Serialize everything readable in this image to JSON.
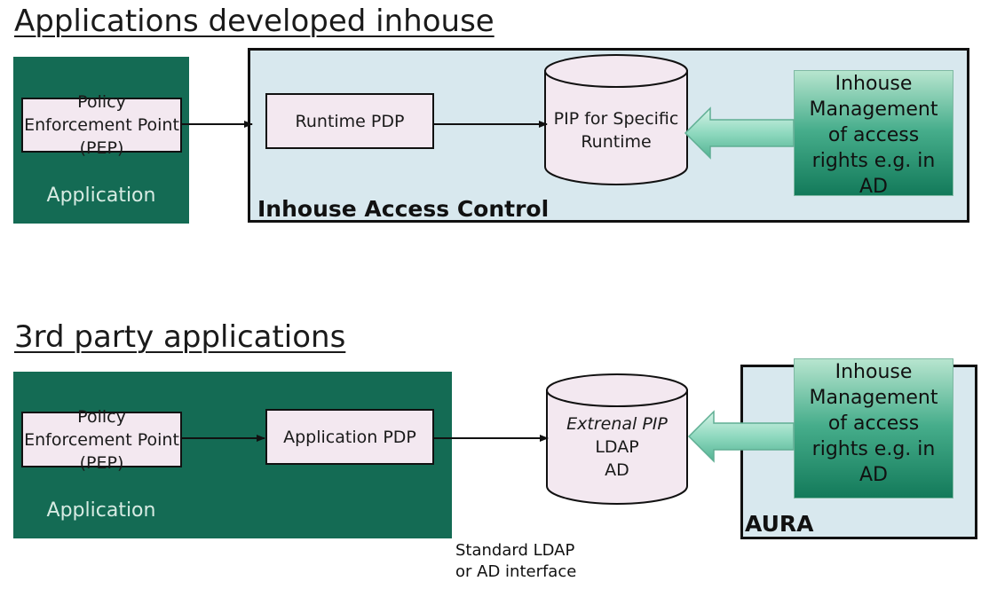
{
  "top": {
    "title": "Applications developed inhouse",
    "app_label": "Application",
    "pep_label": "Policy Enforcement Point (PEP)",
    "panel_label": "Inhouse Access Control",
    "pdp_label": "Runtime PDP",
    "pip_label": "PIP for Specific Runtime",
    "mgmt_label": "Inhouse Management of access rights e.g. in AD"
  },
  "bottom": {
    "title": "3rd party applications",
    "app_label": "Application",
    "pep_label": "Policy Enforcement Point (PEP)",
    "pdp_label": "Application PDP",
    "pip_line1": "Extrenal PIP",
    "pip_line2": "LDAP",
    "pip_line3": "AD",
    "panel_label": "AURA",
    "mgmt_label": "Inhouse Management of access rights e.g. in AD",
    "interface_line1": "Standard LDAP",
    "interface_line2": "or AD interface"
  },
  "colors": {
    "app_green": "#146b54",
    "panel_blue": "#d8e8ee",
    "box_pink": "#f3e8f0",
    "arrow_mint": "#8fd9bf"
  }
}
